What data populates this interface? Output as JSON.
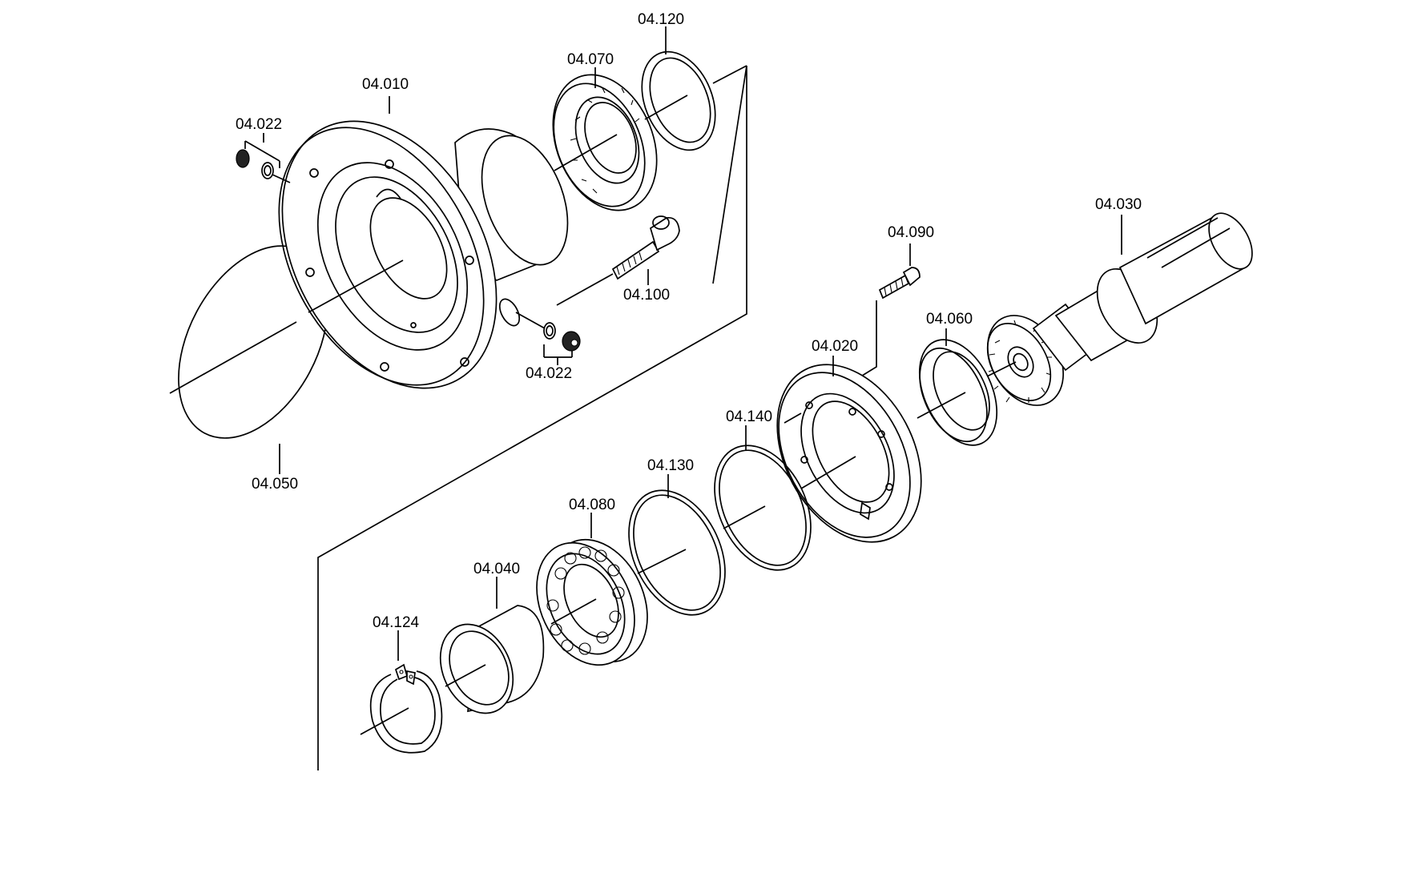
{
  "parts": {
    "p04_010": "04.010",
    "p04_020": "04.020",
    "p04_022_top": "04.022",
    "p04_022_bottom": "04.022",
    "p04_030": "04.030",
    "p04_040": "04.040",
    "p04_050": "04.050",
    "p04_060": "04.060",
    "p04_070": "04.070",
    "p04_080": "04.080",
    "p04_090": "04.090",
    "p04_100": "04.100",
    "p04_120": "04.120",
    "p04_124": "04.124",
    "p04_130": "04.130",
    "p04_140": "04.140"
  }
}
